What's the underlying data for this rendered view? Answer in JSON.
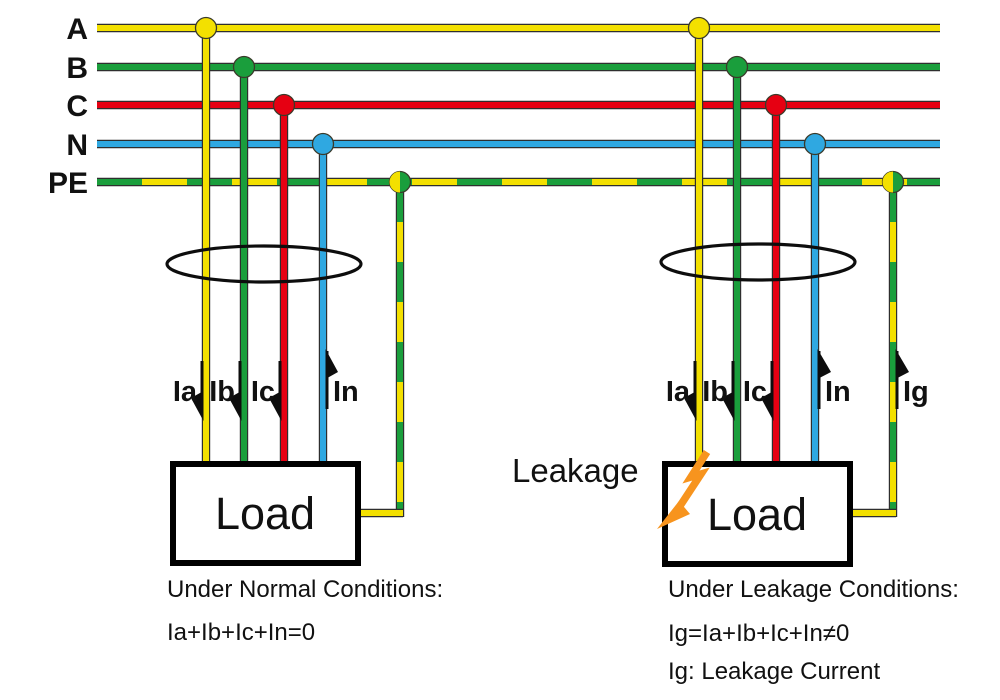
{
  "buses": [
    {
      "label": "A"
    },
    {
      "label": "B"
    },
    {
      "label": "C"
    },
    {
      "label": "N"
    },
    {
      "label": "PE"
    }
  ],
  "left_circuit": {
    "load_label": "Load",
    "current_labels": {
      "ia": "Ia",
      "ib": "Ib",
      "ic": "Ic",
      "in": "In"
    },
    "caption": [
      "Under Normal Conditions:",
      "Ia+Ib+Ic+In=0"
    ]
  },
  "right_circuit": {
    "load_label": "Load",
    "leakage_label": "Leakage",
    "current_labels": {
      "ia": "Ia",
      "ib": "Ib",
      "ic": "Ic",
      "in": "In",
      "ig": "Ig"
    },
    "caption": [
      "Under Leakage Conditions:",
      "Ig=Ia+Ib+Ic+In≠0",
      "Ig: Leakage Current"
    ]
  },
  "colors": {
    "phase_a_yellow": "#F3E000",
    "phase_b_green": "#1A9E3C",
    "phase_c_red": "#E60012",
    "neutral_blue": "#2FA8E1",
    "pe_green": "#1A9E3C",
    "pe_yellow": "#F3E000",
    "leakage_bolt_orange": "#F7941E",
    "text_black": "#111111"
  }
}
